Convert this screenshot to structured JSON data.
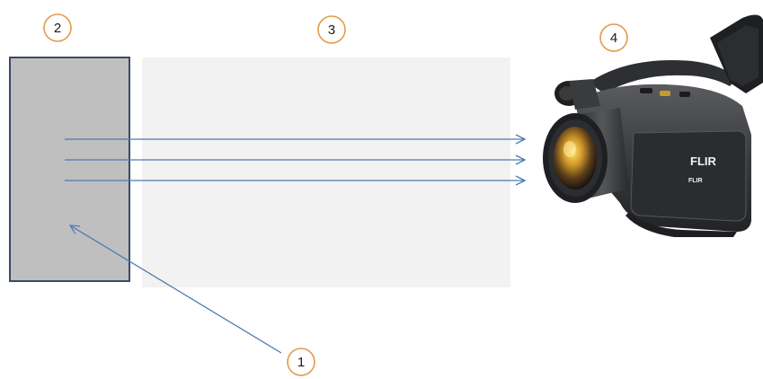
{
  "colors": {
    "background": "#ffffff",
    "object_fill": "#bfbfbf",
    "object_border": "#3b4a66",
    "atmosphere_fill": "#f2f2f2",
    "arrow_line": "#4f7bb0",
    "callout_border": "#e39a4a",
    "camera_body": "#3a3b3e",
    "camera_dark": "#1e1f22"
  },
  "labels": {
    "object": "1",
    "surface": "2",
    "atmosphere": "3",
    "camera": "4"
  },
  "camera": {
    "brand": "FLIR",
    "model": "FLIR"
  },
  "icons": {
    "camera": "thermal-camera-icon"
  }
}
